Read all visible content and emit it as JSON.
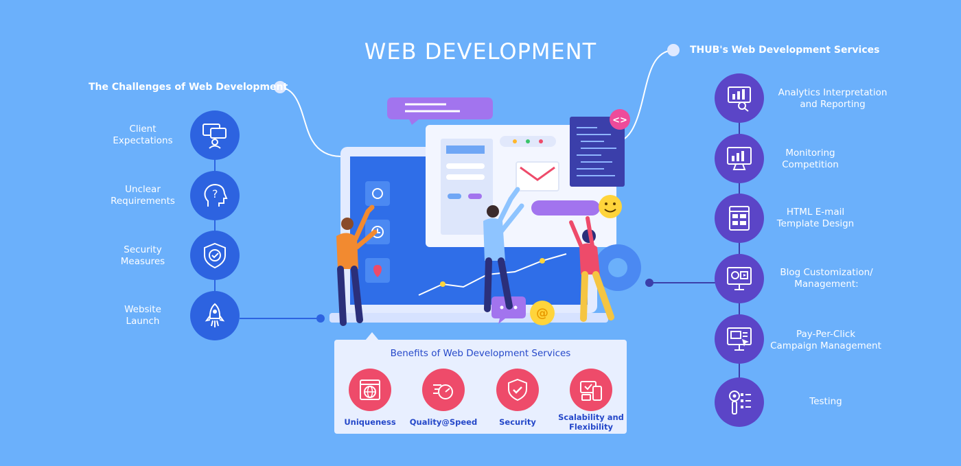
{
  "title": "WEB DEVELOPMENT",
  "left_section": {
    "heading": "The Challenges of Web Development",
    "items": [
      {
        "label_1": "Client",
        "label_2": "Expectations",
        "icon": "feedback-icon"
      },
      {
        "label_1": "Unclear",
        "label_2": "Requirements",
        "icon": "question-head-icon"
      },
      {
        "label_1": "Security",
        "label_2": "Measures",
        "icon": "shield-check-icon"
      },
      {
        "label_1": "Website",
        "label_2": "Launch",
        "icon": "rocket-icon"
      }
    ]
  },
  "right_section": {
    "heading": "THUB's Web Development Services",
    "items": [
      {
        "label_1": "Analytics Interpretation",
        "label_2": "and Reporting",
        "icon": "analytics-icon"
      },
      {
        "label_1": "Monitoring",
        "label_2": "Competition",
        "icon": "monitor-chart-icon"
      },
      {
        "label_1": "HTML E-mail",
        "label_2": "Template Design",
        "icon": "email-template-icon"
      },
      {
        "label_1": "Blog Customization/",
        "label_2": "Management:",
        "icon": "blog-icon"
      },
      {
        "label_1": "Pay-Per-Click",
        "label_2": "Campaign Management",
        "icon": "ppc-icon"
      },
      {
        "label_1": "Testing",
        "label_2": "",
        "icon": "testing-icon"
      }
    ]
  },
  "benefits": {
    "heading": "Benefits of Web Development Services",
    "items": [
      {
        "label_1": "Uniqueness",
        "label_2": "",
        "icon": "globe-window-icon"
      },
      {
        "label_1": "Quality@Speed",
        "label_2": "",
        "icon": "speed-icon"
      },
      {
        "label_1": "Security",
        "label_2": "",
        "icon": "security-badge-icon"
      },
      {
        "label_1": "Scalability and",
        "label_2": "Flexibility",
        "icon": "devices-icon"
      }
    ]
  },
  "illustration": {
    "code_tag": "<>",
    "email_symbol": "@"
  },
  "colors": {
    "background": "#6bb0fb",
    "left_circle": "#2d63e0",
    "right_circle": "#5b45c7",
    "benefit_circle": "#ee4b6a",
    "benefits_panel": "#e8efff"
  }
}
